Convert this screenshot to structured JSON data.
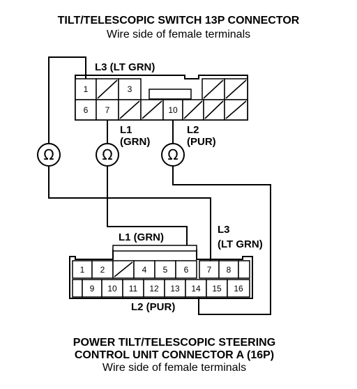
{
  "top_connector": {
    "title": "TILT/TELESCOPIC SWITCH 13P CONNECTOR",
    "subtitle": "Wire side of female terminals",
    "row1": [
      "1",
      "",
      "3"
    ],
    "row2": [
      "6",
      "7",
      "",
      "",
      "10",
      "",
      ""
    ],
    "label_l3": "L3 (LT GRN)",
    "label_l1_a": "L1",
    "label_l1_b": "(GRN)",
    "label_l2_a": "L2",
    "label_l2_b": "(PUR)"
  },
  "meters": [
    "Ω",
    "Ω",
    "Ω"
  ],
  "bottom_connector": {
    "title_line1": "POWER TILT/TELESCOPIC STEERING",
    "title_line2": "CONTROL UNIT CONNECTOR A (16P)",
    "subtitle": "Wire side of female terminals",
    "row1": [
      "1",
      "2",
      "",
      "4",
      "5",
      "6",
      "7",
      "8"
    ],
    "row2": [
      "9",
      "10",
      "11",
      "12",
      "13",
      "14",
      "15",
      "16"
    ],
    "label_l1": "L1 (GRN)",
    "label_l3_a": "L3",
    "label_l3_b": "(LT GRN)",
    "label_l2": "L2 (PUR)"
  }
}
